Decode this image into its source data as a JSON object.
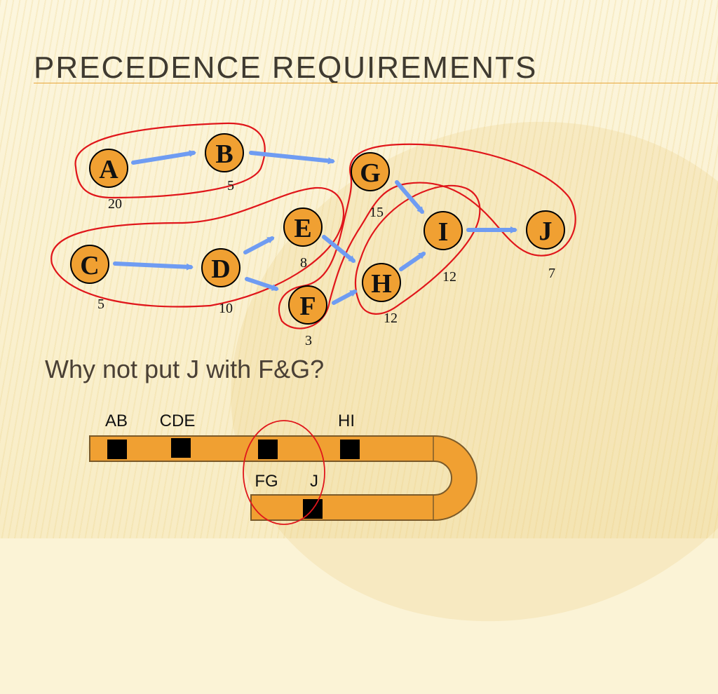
{
  "slide": {
    "title": "Precedence Requirements",
    "question": "Why not put J with F&G?"
  },
  "colors": {
    "node_fill": "#f0a032",
    "arrow": "#6f9cf2",
    "group_outline": "#e0161b",
    "conveyor": "#f0a032",
    "title_rule": "#e8a53a"
  },
  "network": {
    "nodes": [
      {
        "id": "A",
        "label": "A",
        "duration": "20"
      },
      {
        "id": "B",
        "label": "B",
        "duration": "5"
      },
      {
        "id": "C",
        "label": "C",
        "duration": "5"
      },
      {
        "id": "D",
        "label": "D",
        "duration": "10"
      },
      {
        "id": "E",
        "label": "E",
        "duration": "8"
      },
      {
        "id": "F",
        "label": "F",
        "duration": "3"
      },
      {
        "id": "G",
        "label": "G",
        "duration": "15"
      },
      {
        "id": "H",
        "label": "H",
        "duration": "12"
      },
      {
        "id": "I",
        "label": "I",
        "duration": "12"
      },
      {
        "id": "J",
        "label": "J",
        "duration": "7"
      }
    ],
    "edges": [
      [
        "A",
        "B"
      ],
      [
        "B",
        "G"
      ],
      [
        "C",
        "D"
      ],
      [
        "D",
        "E"
      ],
      [
        "D",
        "F"
      ],
      [
        "E",
        "H"
      ],
      [
        "F",
        "H"
      ],
      [
        "G",
        "I"
      ],
      [
        "H",
        "I"
      ],
      [
        "I",
        "J"
      ]
    ],
    "groups": [
      {
        "name": "AB",
        "members": [
          "A",
          "B"
        ]
      },
      {
        "name": "CDE",
        "members": [
          "C",
          "D",
          "E"
        ]
      },
      {
        "name": "FG",
        "members": [
          "F",
          "G",
          "J"
        ]
      },
      {
        "name": "HI",
        "members": [
          "H",
          "I"
        ]
      }
    ]
  },
  "layout_line": {
    "labels": {
      "ab": "AB",
      "cde": "CDE",
      "hi": "HI",
      "fg": "FG",
      "j": "J"
    }
  }
}
